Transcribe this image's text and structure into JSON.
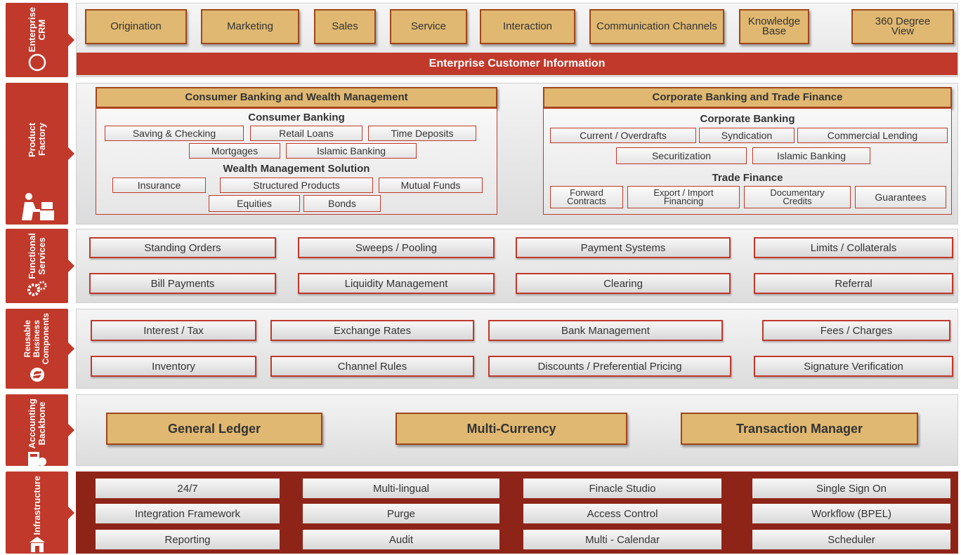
{
  "crm": {
    "side_label": "Enterprise\nCRM",
    "items": [
      "Origination",
      "Marketing",
      "Sales",
      "Service",
      "Interaction",
      "Communication Channels",
      "Knowledge Base",
      "360 Degree View"
    ],
    "bar": "Enterprise Customer Information"
  },
  "product": {
    "side_label": "Product\nFactory",
    "consumer": {
      "header": "Consumer Banking and Wealth Management",
      "consumer_title": "Consumer Banking",
      "consumer_items": [
        "Saving & Checking",
        "Retail Loans",
        "Time Deposits",
        "Mortgages",
        "Islamic Banking"
      ],
      "wealth_title": "Wealth Management Solution",
      "wealth_items": [
        "Insurance",
        "Structured Products",
        "Mutual Funds",
        "Equities",
        "Bonds"
      ]
    },
    "corporate": {
      "header": "Corporate Banking and Trade Finance",
      "corporate_title": "Corporate Banking",
      "corporate_items": [
        "Current / Overdrafts",
        "Syndication",
        "Commercial Lending",
        "Securitization",
        "Islamic Banking"
      ],
      "trade_title": "Trade Finance",
      "trade_items": [
        "Forward Contracts",
        "Export / Import Financing",
        "Documentary Credits",
        "Guarantees"
      ]
    }
  },
  "functional": {
    "side_label": "Functional\nServices",
    "items": [
      "Standing Orders",
      "Sweeps / Pooling",
      "Payment Systems",
      "Limits / Collaterals",
      "Bill Payments",
      "Liquidity Management",
      "Clearing",
      "Referral"
    ]
  },
  "reusable": {
    "side_label": "Reusable\nBusiness\nComponents",
    "items": [
      "Interest / Tax",
      "Exchange Rates",
      "Bank Management",
      "Fees / Charges",
      "Inventory",
      "Channel Rules",
      "Discounts / Preferential Pricing",
      "Signature Verification"
    ]
  },
  "accounting": {
    "side_label": "Accounting\nBackbone",
    "items": [
      "General Ledger",
      "Multi-Currency",
      "Transaction Manager"
    ]
  },
  "infrastructure": {
    "side_label": "Infrastructure",
    "items": [
      "24/7",
      "Multi-lingual",
      "Finacle Studio",
      "Single Sign On",
      "Integration Framework",
      "Purge",
      "Access Control",
      "Workflow (BPEL)",
      "Reporting",
      "Audit",
      "Multi - Calendar",
      "Scheduler"
    ]
  },
  "colors": {
    "accent": "#c0392b",
    "gold": "#e0b871",
    "gold_border": "#a1461b",
    "infra_bg": "#8e2418"
  }
}
